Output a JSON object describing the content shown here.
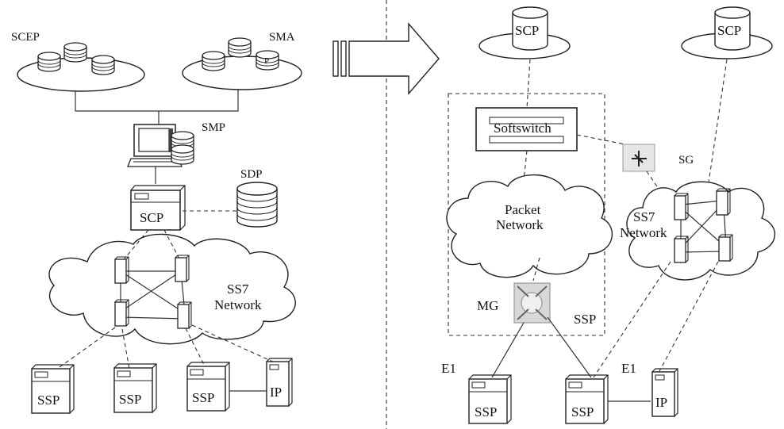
{
  "left": {
    "scep": "SCEP",
    "sma": "SMA",
    "smp": "SMP",
    "sdp": "SDP",
    "scp": "SCP",
    "ss7_line1": "SS7",
    "ss7_line2": "Network",
    "ssp": "SSP",
    "ip": "IP",
    "sma_disk_mark": "P"
  },
  "right": {
    "scp": "SCP",
    "softswitch": "Softswitch",
    "sg": "SG",
    "packet_line1": "Packet",
    "packet_line2": "Network",
    "ss7_line1": "SS7",
    "ss7_line2": "Network",
    "mg": "MG",
    "ssp_label": "SSP",
    "e1": "E1",
    "ssp": "SSP",
    "ip": "IP"
  }
}
